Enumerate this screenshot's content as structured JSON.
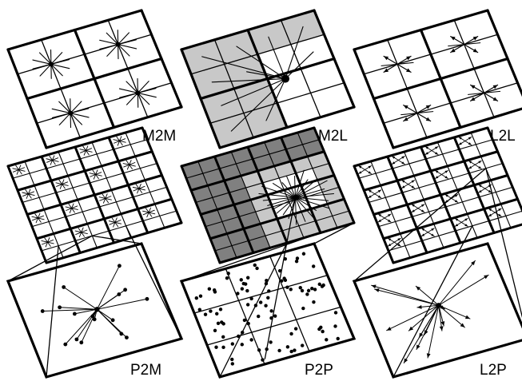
{
  "labels": {
    "m2m": "M2M",
    "m2l": "M2L",
    "l2l": "L2L",
    "p2m": "P2M",
    "p2p": "P2P",
    "l2p": "L2P"
  },
  "colors": {
    "line": "#000000",
    "cell_white": "#ffffff",
    "cell_light_gray": "#c8c8c8",
    "cell_dark_gray": "#808080"
  }
}
